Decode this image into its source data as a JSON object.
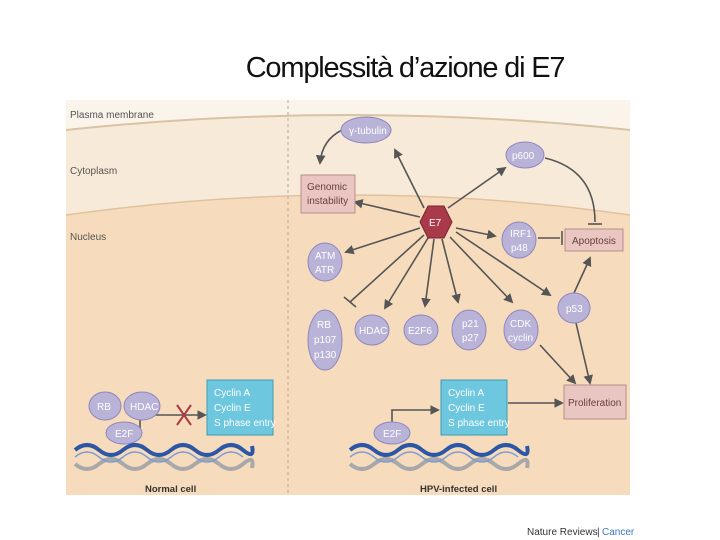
{
  "title": "Complessità d’azione di E7",
  "regions": {
    "plasma_membrane": "Plasma membrane",
    "cytoplasm": "Cytoplasm",
    "nucleus": "Nucleus"
  },
  "normal": {
    "rb": "RB",
    "hdac": "HDAC",
    "e2f": "E2F",
    "cyclins": [
      "Cyclin A",
      "Cyclin E",
      "S phase entry"
    ],
    "caption": "Normal cell"
  },
  "infected": {
    "gamma_tubulin": "γ-tubulin",
    "p600": "p600",
    "genomic": [
      "Genomic",
      "instability"
    ],
    "e7": "E7",
    "irf": [
      "IRF1",
      "p48"
    ],
    "apoptosis": "Apoptosis",
    "atm": [
      "ATM",
      "ATR"
    ],
    "p53": "p53",
    "rb_family": [
      "RB",
      "p107",
      "p130"
    ],
    "hdac": "HDAC",
    "e2f6": "E2F6",
    "p21": [
      "p21",
      "p27"
    ],
    "cdk": [
      "CDK",
      "cyclin"
    ],
    "cyclins": [
      "Cyclin A",
      "Cyclin E",
      "S phase entry"
    ],
    "e2f": "E2F",
    "proliferation": "Proliferation",
    "caption": "HPV-infected cell"
  },
  "brand": {
    "journal": "Nature Reviews",
    "section": "Cancer"
  },
  "colors": {
    "membrane": "#f4e7d3",
    "cytoplasm": "#f8ead8",
    "nucleus": "#f6dcbc",
    "protein": "#b9b3d8",
    "protein_stroke": "#8f86bd",
    "outcome_box": "#e9c6c2",
    "cyclin_box": "#6dc7df",
    "e7": "#a83a4a",
    "arrow": "#555555",
    "dna_blue": "#2c56a6"
  }
}
